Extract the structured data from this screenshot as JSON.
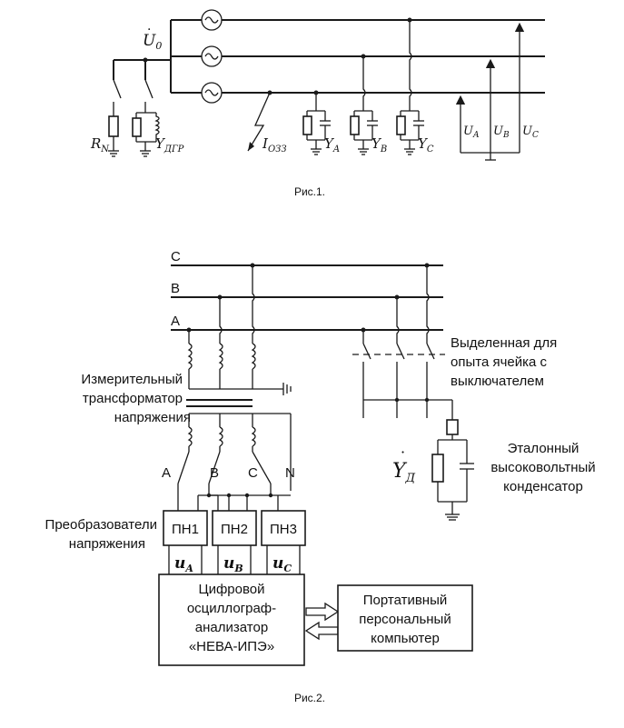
{
  "figure1": {
    "caption": "Рис.1.",
    "u0": {
      "base": "U",
      "sub": "0"
    },
    "rn": {
      "base": "R",
      "sub": "N"
    },
    "ydgr": {
      "base": "Y",
      "sub": "ДГР"
    },
    "iozz": {
      "base": "I",
      "sub": "ОЗЗ"
    },
    "ya": {
      "base": "Y",
      "sub": "A"
    },
    "yb": {
      "base": "Y",
      "sub": "B"
    },
    "yc": {
      "base": "Y",
      "sub": "C"
    },
    "ua": {
      "base": "U",
      "sub": "A"
    },
    "ub": {
      "base": "U",
      "sub": "B"
    },
    "uc": {
      "base": "U",
      "sub": "C"
    }
  },
  "figure2": {
    "caption": "Рис.2.",
    "bus_c": "C",
    "bus_b": "B",
    "bus_a": "A",
    "vt_label": [
      "Измерительный",
      "трансформатор",
      "напряжения"
    ],
    "sec_a": "A",
    "sec_b": "B",
    "sec_c": "C",
    "sec_n": "N",
    "cell_label": [
      "Выделенная для",
      "опыта ячейка с",
      "выключателем"
    ],
    "yd": {
      "base": "Y",
      "sub": "Д"
    },
    "cap_label": [
      "Эталонный",
      "высоковольтный",
      "конденсатор"
    ],
    "conv_label": [
      "Преобразователи",
      "напряжения"
    ],
    "pn1": "ПН1",
    "pn2": "ПН2",
    "pn3": "ПН3",
    "u_a": {
      "base": "u",
      "sub": "A"
    },
    "u_b": {
      "base": "u",
      "sub": "B"
    },
    "u_c": {
      "base": "u",
      "sub": "C"
    },
    "osc_label": [
      "Цифровой",
      "осциллограф-",
      "анализатор",
      "«НЕВА-ИПЭ»"
    ],
    "pc_label": [
      "Портативный",
      "персональный",
      "компьютер"
    ]
  }
}
